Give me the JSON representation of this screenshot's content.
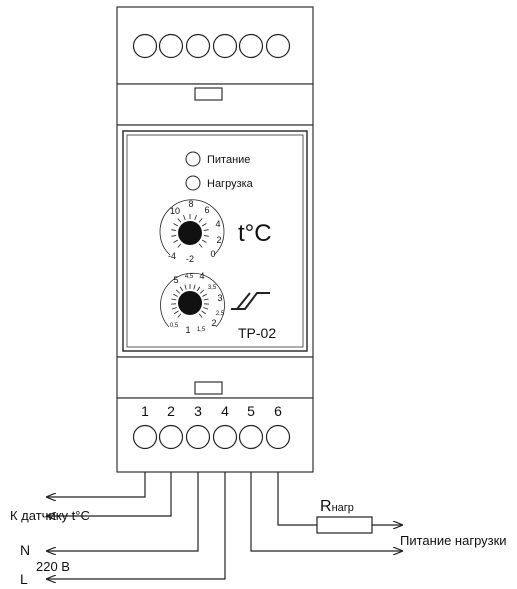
{
  "device": {
    "model": "ТР-02",
    "temp_unit": "t°C"
  },
  "indicators": [
    {
      "label": "Питание"
    },
    {
      "label": "Нагрузка"
    }
  ],
  "temp_dial": {
    "scale": [
      "10",
      "8",
      "6",
      "4",
      "2",
      "0",
      "-2",
      "-4"
    ]
  },
  "hyst_dial": {
    "scale": [
      "5",
      "4,5",
      "4",
      "3,5",
      "3",
      "2,5",
      "2",
      "1,5",
      "1",
      "0,5"
    ]
  },
  "terminals": [
    "1",
    "2",
    "3",
    "4",
    "5",
    "6"
  ],
  "wiring": {
    "sensor": "К датчику t°C",
    "neutral": "N",
    "voltage": "220 В",
    "line": "L",
    "resistor_main": "R",
    "resistor_sub": "нагр",
    "load_power": "Питание нагрузки"
  }
}
